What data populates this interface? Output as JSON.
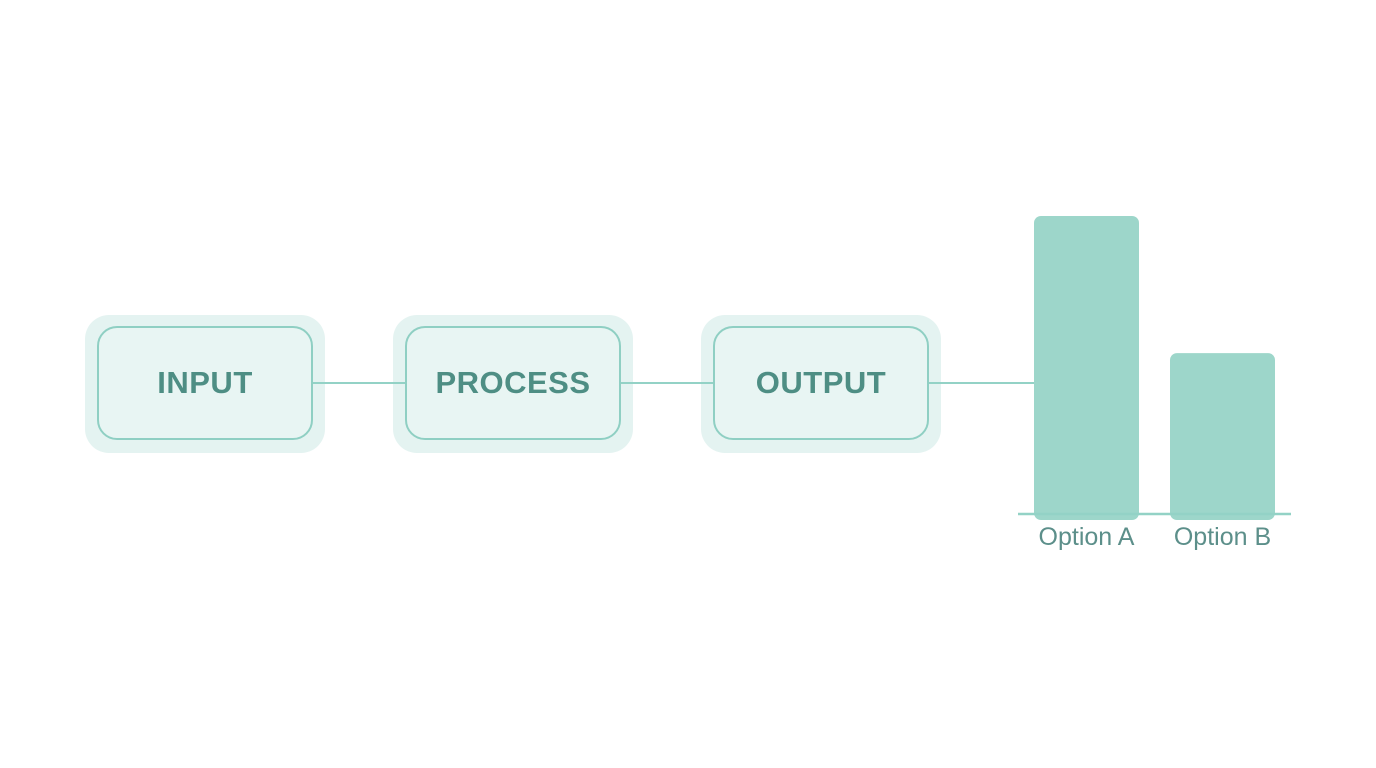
{
  "flow": {
    "steps": [
      "INPUT",
      "PROCESS",
      "OUTPUT"
    ]
  },
  "colors": {
    "node_fill": "#e8f5f3",
    "node_border": "#8fcfc3",
    "node_halo": "#e4f3f1",
    "node_text": "#4e8e84",
    "connector": "#93d2c6",
    "bar": "#9dd6ca",
    "axis": "#93d2c6",
    "tick_text": "#5c8f8a"
  },
  "chart_data": {
    "type": "bar",
    "categories": [
      "Option A",
      "Option B"
    ],
    "values": [
      1.0,
      0.54
    ],
    "title": "",
    "xlabel": "",
    "ylabel": ""
  }
}
